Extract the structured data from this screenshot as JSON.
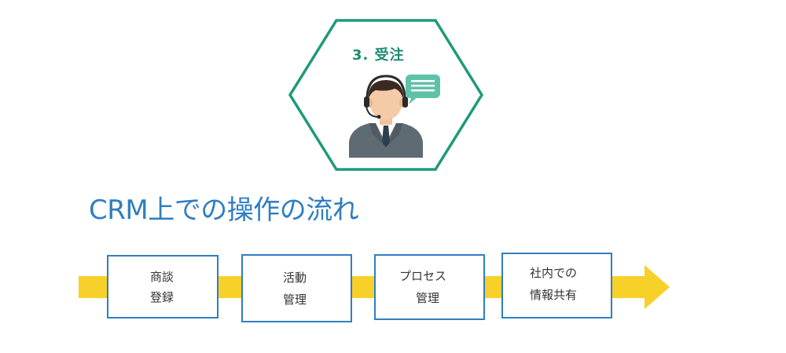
{
  "header": {
    "step_title": "3. 受注",
    "icon": "operator-with-headset-icon"
  },
  "heading": "CRM上での操作の流れ",
  "flow": {
    "arrow_color": "#f7d12a",
    "box_border_color": "#2f7ec2",
    "steps": [
      {
        "line1": "商談",
        "line2": "登録"
      },
      {
        "line1": "活動",
        "line2": "管理"
      },
      {
        "line1": "プロセス",
        "line2": "管理"
      },
      {
        "line1": "社内での",
        "line2": "情報共有"
      }
    ]
  }
}
